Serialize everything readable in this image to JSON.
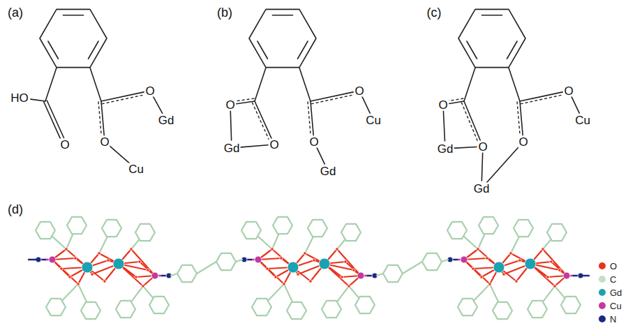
{
  "diagram": {
    "labels": [
      "(a)",
      "HO",
      "O",
      "O",
      "Gd",
      "O",
      "Cu",
      "(b)",
      "O",
      "O",
      "Gd",
      "O",
      "Cu",
      "O",
      "Gd",
      "(c)",
      "O",
      "Gd",
      "O",
      "Gd",
      "O",
      "Cu",
      "O",
      "(d)"
    ],
    "legend": [
      {
        "text": "O",
        "color": "#e8321c"
      },
      {
        "text": "C",
        "color": "#c4dfc6"
      },
      {
        "text": "Gd",
        "color": "#1ba2b2"
      },
      {
        "text": "Cu",
        "color": "#c23a9e"
      },
      {
        "text": "N",
        "color": "#1b2a80"
      }
    ]
  }
}
